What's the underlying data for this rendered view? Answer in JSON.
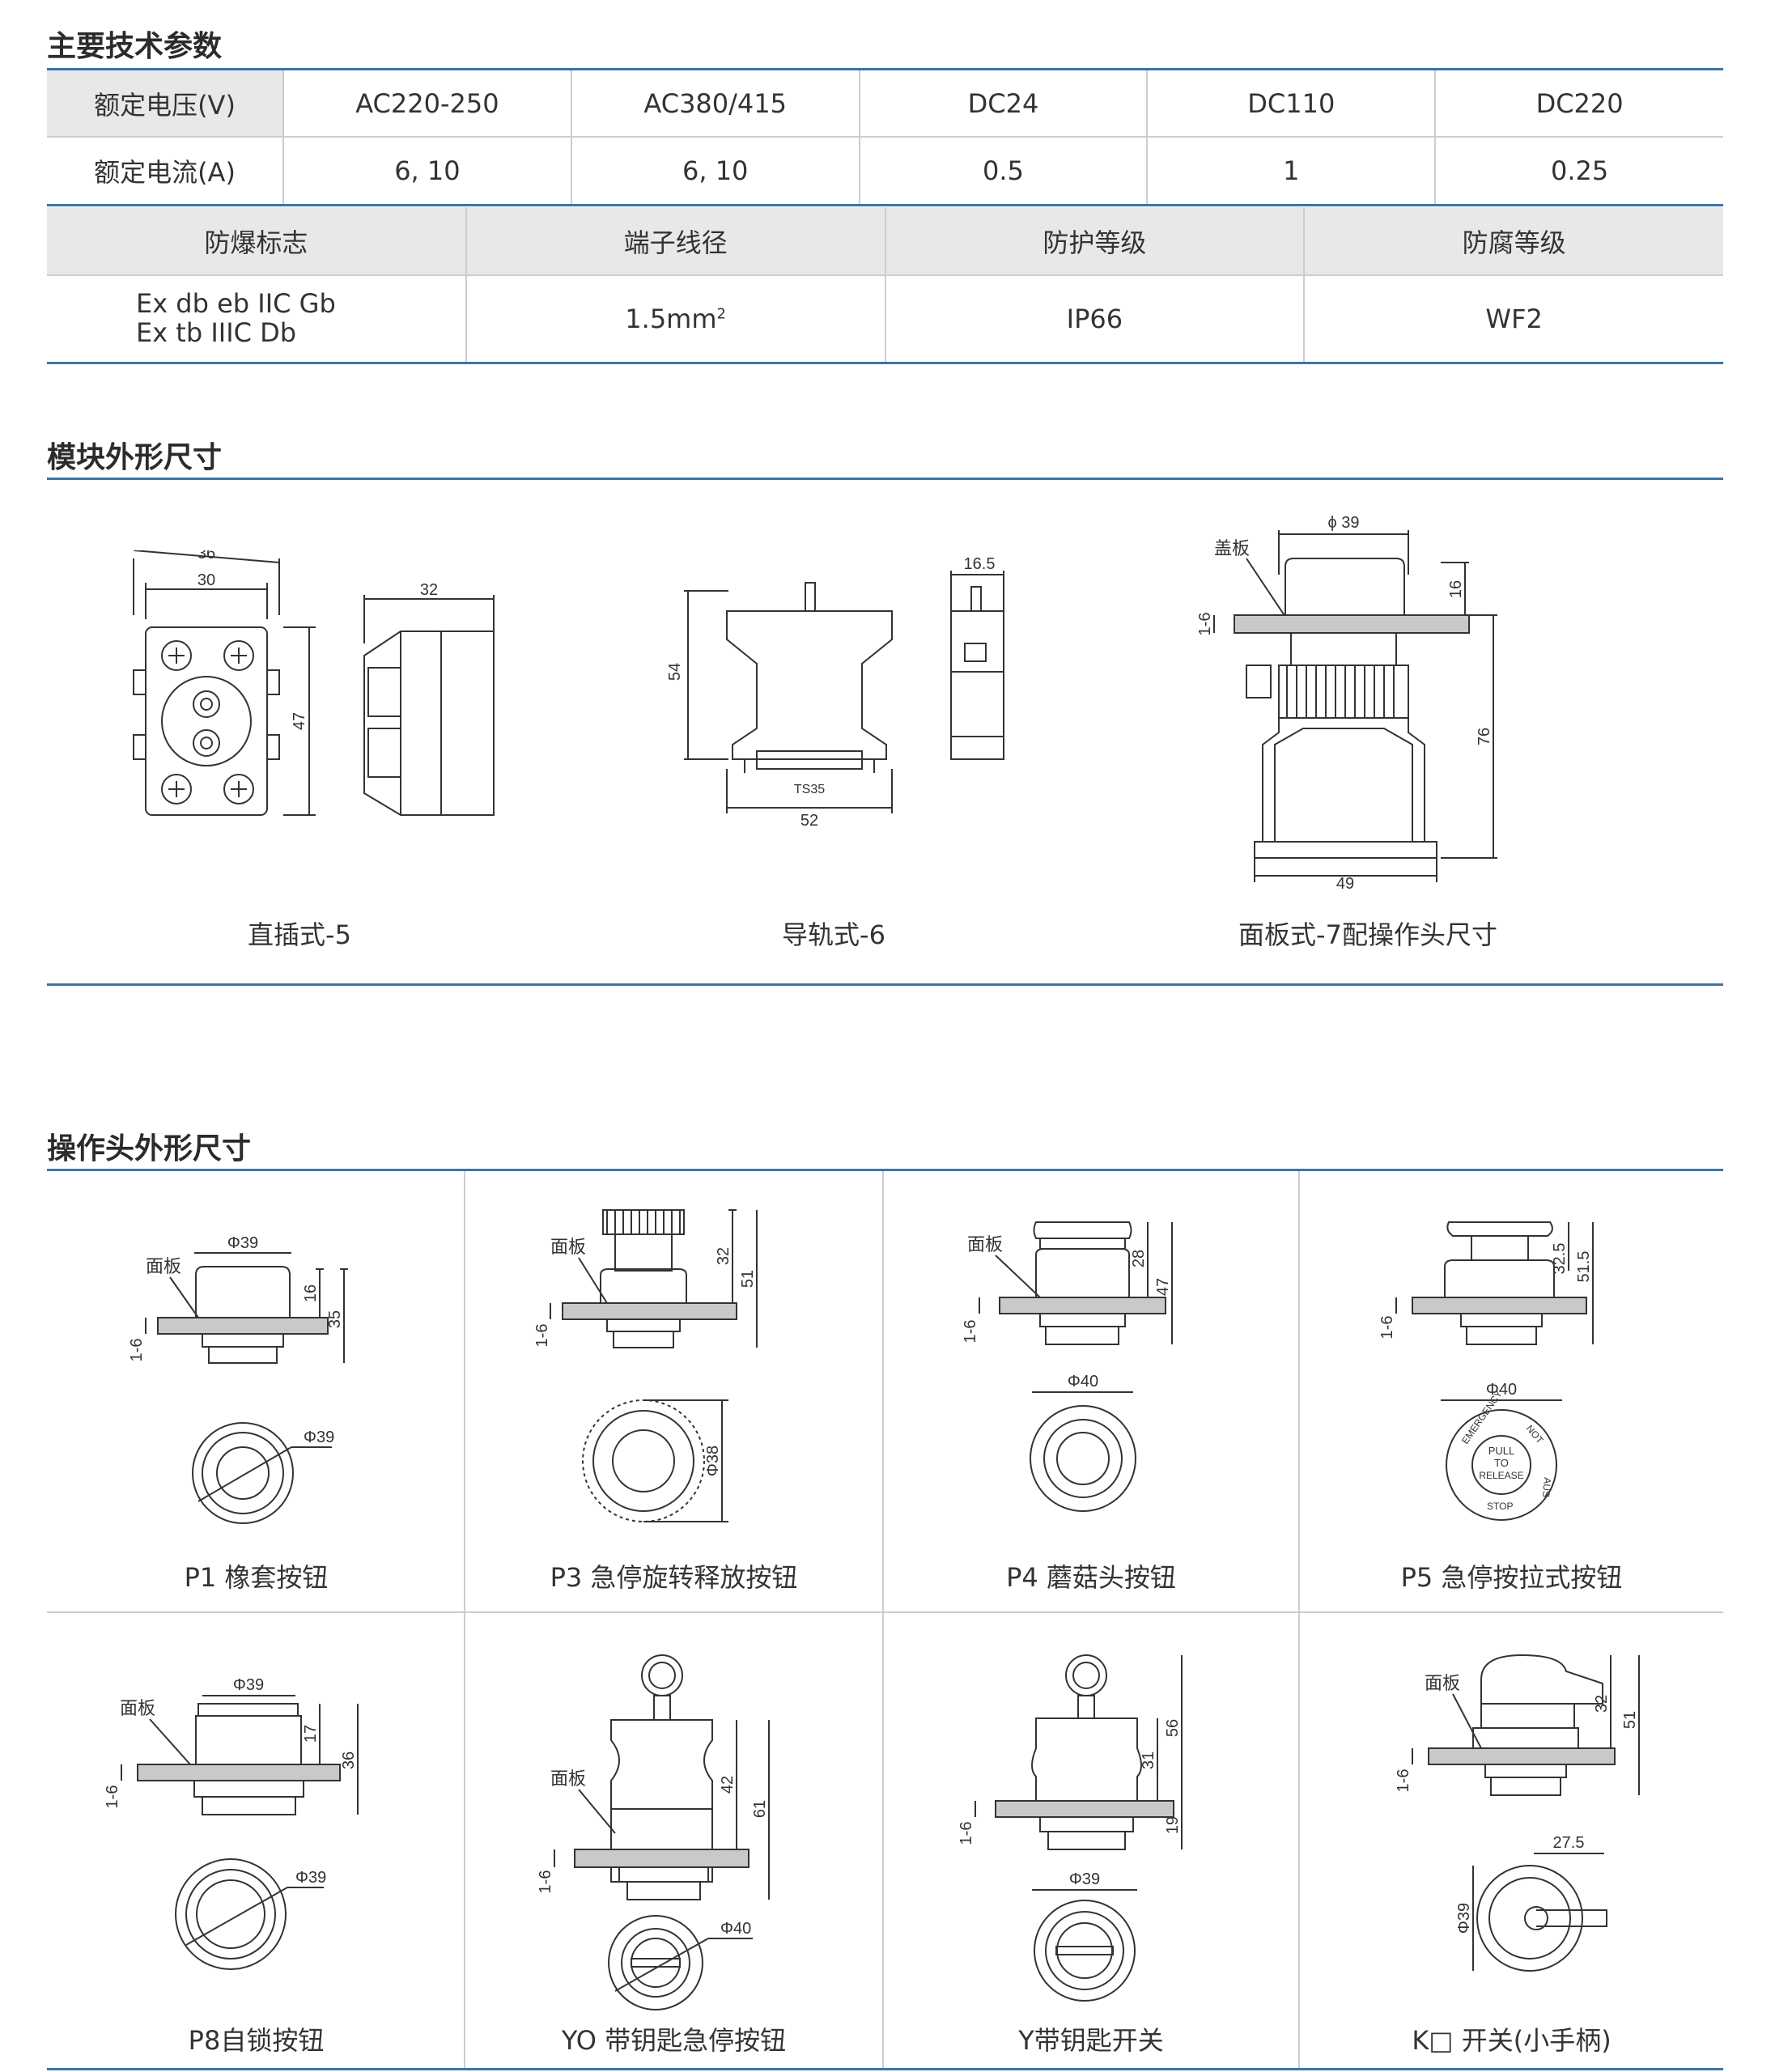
{
  "sections": {
    "tech_params": "主要技术参数",
    "module_dims": "模块外形尺寸",
    "head_dims": "操作头外形尺寸"
  },
  "table1": {
    "row1": [
      "额定电压(V)",
      "AC220-250",
      "AC380/415",
      "DC24",
      "DC110",
      "DC220"
    ],
    "row2": [
      "额定电流(A)",
      "6, 10",
      "6, 10",
      "0.5",
      "1",
      "0.25"
    ]
  },
  "table2": {
    "headers": [
      "防爆标志",
      "端子线径",
      "防护等级",
      "防腐等级"
    ],
    "ex_line1": "Ex db eb IIC Gb",
    "ex_line2": "Ex tb IIIC Db",
    "wire_base": "1.5mm",
    "wire_sup": "2",
    "ip": "IP66",
    "wf": "WF2"
  },
  "modules": {
    "m1": {
      "caption": "直插式-5",
      "d36": "36",
      "d30": "30",
      "d47": "47",
      "d32": "32"
    },
    "m2": {
      "caption": "导轨式-6",
      "d54": "54",
      "d52": "52",
      "ts": "TS35",
      "d165": "16.5"
    },
    "m3": {
      "caption": "面板式-7配操作头尺寸",
      "d39": "ϕ 39",
      "d16": "16",
      "d76": "76",
      "d49": "49",
      "d16r": "1-6",
      "panel": "盖板"
    }
  },
  "heads": [
    {
      "caption": "P1 橡套按钮",
      "panel": "面板",
      "phi_top": "Φ39",
      "h1": "16",
      "h2": "35",
      "range": "1-6",
      "phi_bottom": "Φ39"
    },
    {
      "caption": "P3 急停旋转释放按钮",
      "panel": "面板",
      "h1": "32",
      "h2": "51",
      "range": "1-6",
      "phi_bottom": "Φ38"
    },
    {
      "caption": "P4 蘑菇头按钮",
      "panel": "面板",
      "h1": "28",
      "h2": "47",
      "range": "1-6",
      "phi_bottom": "Φ40"
    },
    {
      "caption": "P5 急停按拉式按钮",
      "h1": "32.5",
      "h2": "51.5",
      "range": "1-6",
      "phi_bottom": "Φ40",
      "face": {
        "pull": "PULL",
        "to": "TO",
        "release": "RELEASE",
        "emergency": "EMERGENCY",
        "stop": "STOP",
        "not": "NOT",
        "aus": "AUS"
      }
    },
    {
      "caption": "P8自锁按钮",
      "panel": "面板",
      "phi_top": "Φ39",
      "h1": "17",
      "h2": "36",
      "range": "1-6",
      "phi_bottom": "Φ39"
    },
    {
      "caption": "YO 带钥匙急停按钮",
      "panel": "面板",
      "h1": "42",
      "h2": "61",
      "range": "1-6",
      "phi_bottom": "Φ40"
    },
    {
      "caption": "Y带钥匙开关",
      "h1": "31",
      "h2": "56",
      "h3": "19",
      "range": "1-6",
      "phi_bottom": "Φ39"
    },
    {
      "caption": "K□ 开关(小手柄)",
      "panel": "面板",
      "h1": "32",
      "h2": "51",
      "range": "1-6",
      "phi_side": "Φ39",
      "w": "27.5"
    }
  ]
}
